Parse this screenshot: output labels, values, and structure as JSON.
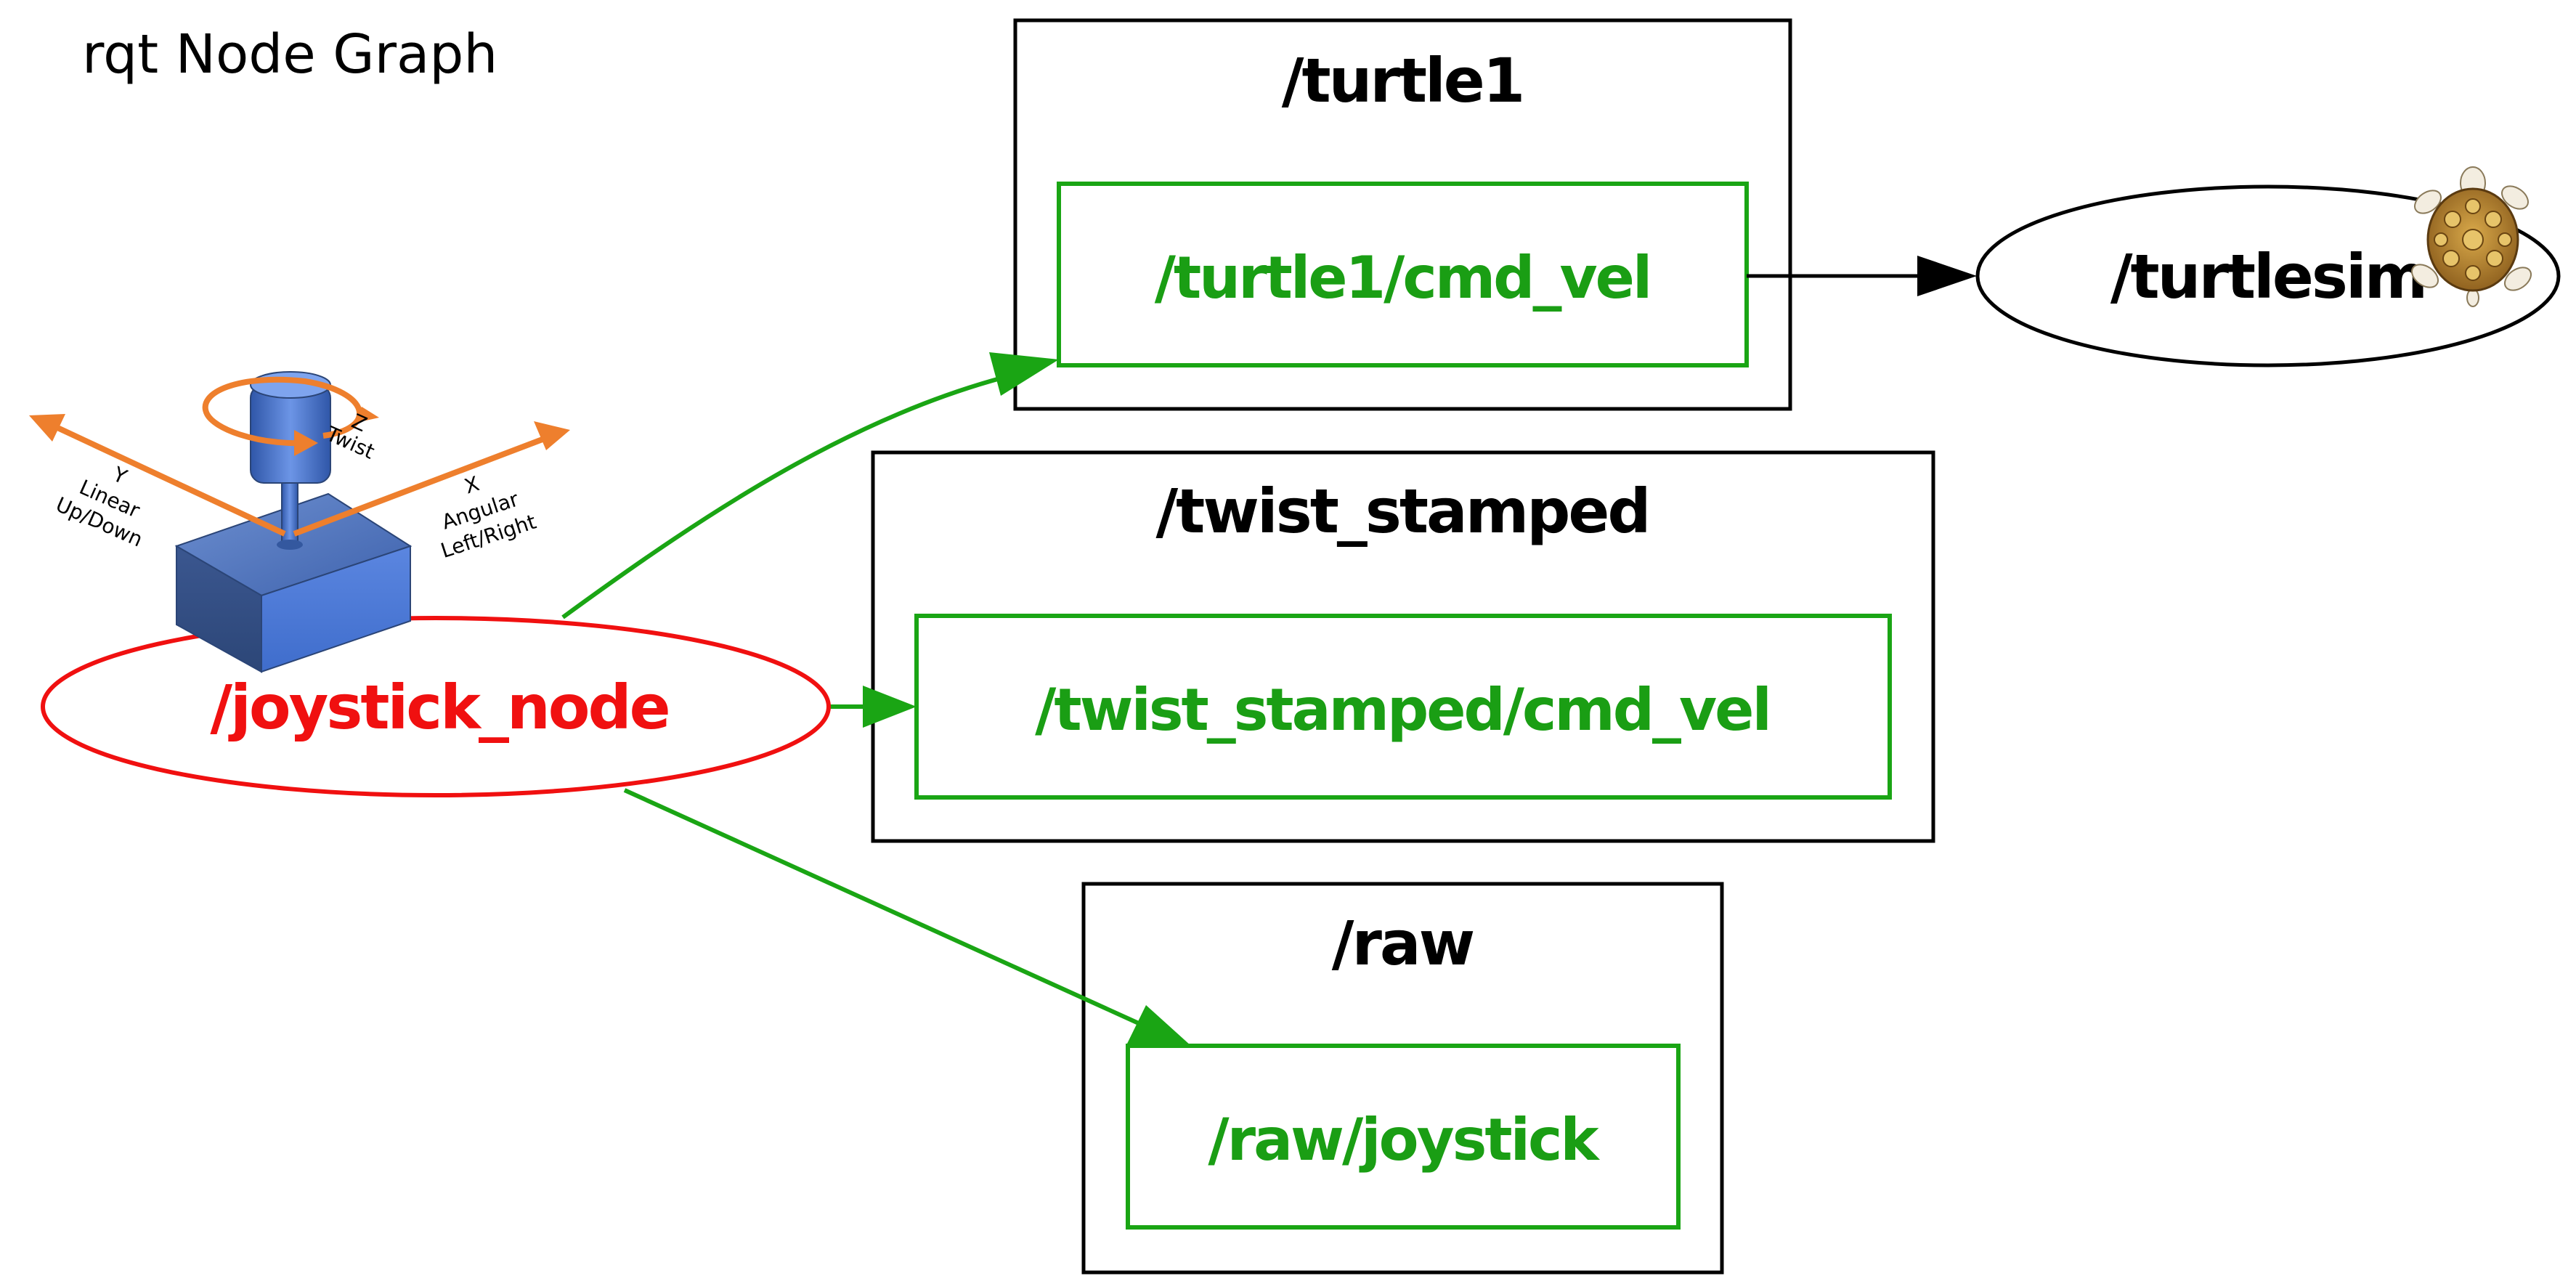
{
  "title": "rqt Node Graph",
  "namespaces": {
    "turtle1": "/turtle1",
    "twist_stamped": "/twist_stamped",
    "raw": "/raw"
  },
  "topics": {
    "turtle1_cmd_vel": "/turtle1/cmd_vel",
    "twist_stamped_cmd_vel": "/twist_stamped/cmd_vel",
    "raw_joystick": "/raw/joystick"
  },
  "nodes": {
    "joystick": "/joystick_node",
    "turtlesim": "/turtlesim"
  },
  "joystick_axes": {
    "z": "Z",
    "z_label": "Twist",
    "y": "Y",
    "y_label_1": "Linear",
    "y_label_2": "Up/Down",
    "x": "X",
    "x_label_1": "Angular",
    "x_label_2": "Left/Right"
  },
  "colors": {
    "topic_green": "#1a9e14",
    "edge_green": "#1aa514",
    "publisher_red": "#f01010",
    "axis_orange": "#ee7f2d",
    "joystick_blue": "#4f7fd8"
  },
  "icons": [
    "joystick-icon",
    "turtle-icon"
  ]
}
